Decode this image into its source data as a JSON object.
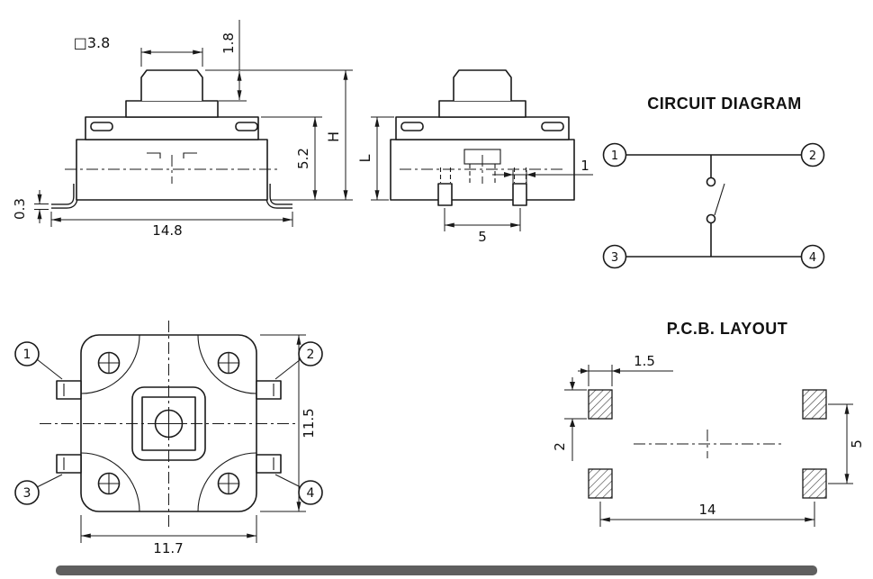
{
  "titles": {
    "circuit_diagram": "CIRCUIT DIAGRAM",
    "pcb_layout": "P.C.B. LAYOUT"
  },
  "front_view": {
    "dim_button_square": "□3.8",
    "dim_button_height": "1.8",
    "dim_total_height": "H",
    "dim_body_height": "5.2",
    "dim_overall_width": "14.8",
    "dim_lead_thickness": "0.3"
  },
  "side_view": {
    "dim_length": "L",
    "dim_pin_width": "1",
    "dim_pin_pitch": "5"
  },
  "top_view": {
    "dim_height": "11.5",
    "dim_width": "11.7",
    "terminals": {
      "t1": "1",
      "t2": "2",
      "t3": "3",
      "t4": "4"
    }
  },
  "circuit_diagram": {
    "terminals": {
      "t1": "1",
      "t2": "2",
      "t3": "3",
      "t4": "4"
    }
  },
  "pcb_layout": {
    "dim_pad_width": "1.5",
    "dim_pad_height": "2",
    "dim_row_pitch": "5",
    "dim_col_pitch": "14"
  },
  "colors": {
    "ink": "#1a1a1a",
    "footer_bar": "#5f5f5f"
  }
}
